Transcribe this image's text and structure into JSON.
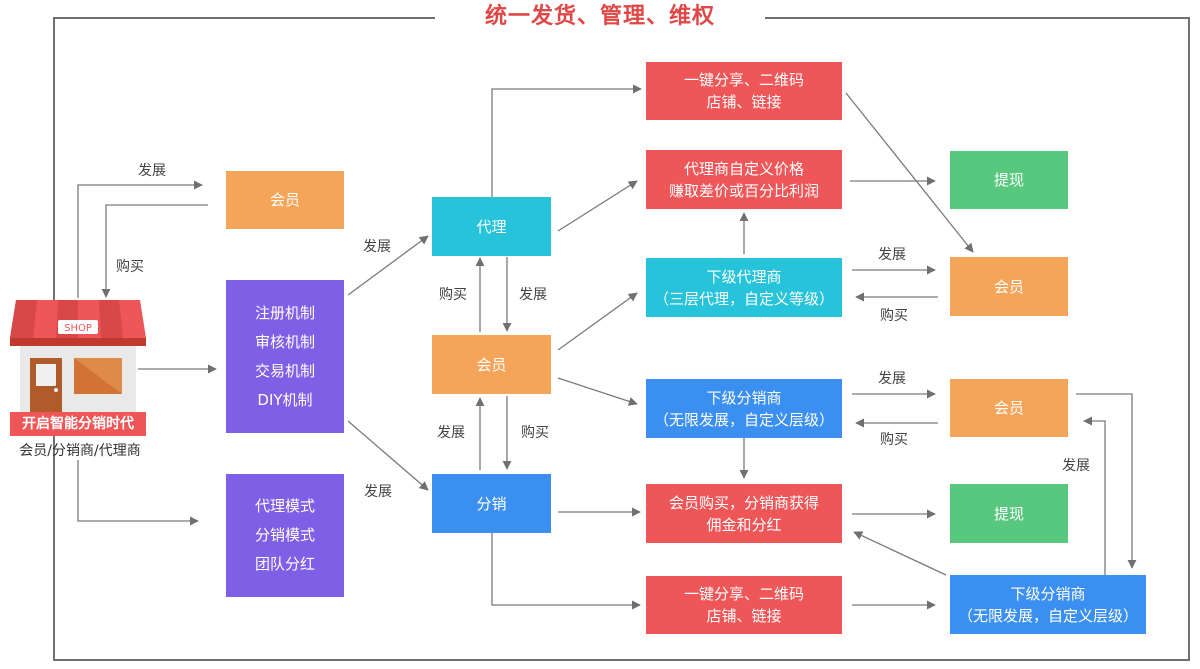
{
  "title": "统一发货、管理、维权",
  "shop": {
    "sign": "SHOP",
    "caption": "开启智能分销时代",
    "subcaption": "会员/分销商/代理商"
  },
  "nodes": {
    "member_left": "会员",
    "mechanisms": [
      "注册机制",
      "审核机制",
      "交易机制",
      "DIY机制"
    ],
    "modes": [
      "代理模式",
      "分销模式",
      "团队分红"
    ],
    "agent": "代理",
    "member_center": "会员",
    "distribution": "分销",
    "share_top": [
      "一键分享、二维码",
      "店铺、链接"
    ],
    "agent_price": [
      "代理商自定义价格",
      "赚取差价或百分比利润"
    ],
    "sub_agent": [
      "下级代理商",
      "（三层代理，自定义等级）"
    ],
    "sub_dist_mid": [
      "下级分销商",
      "（无限发展，自定义层级）"
    ],
    "commission": [
      "会员购买，分销商获得",
      "佣金和分红"
    ],
    "share_bottom": [
      "一键分享、二维码",
      "店铺、链接"
    ],
    "withdraw_top": "提现",
    "member_right_top": "会员",
    "member_right_mid": "会员",
    "withdraw_bottom": "提现",
    "sub_dist_bottom": [
      "下级分销商",
      "（无限发展，自定义层级）"
    ]
  },
  "labels": {
    "develop": "发展",
    "buy": "购买"
  },
  "colors": {
    "red": "#ee5658",
    "orange": "#f4a55a",
    "green": "#57c87d",
    "cyan": "#27c3db",
    "blue": "#3a8ff0",
    "purple": "#7e5fe6",
    "title": "#e04848",
    "line": "#707070"
  }
}
